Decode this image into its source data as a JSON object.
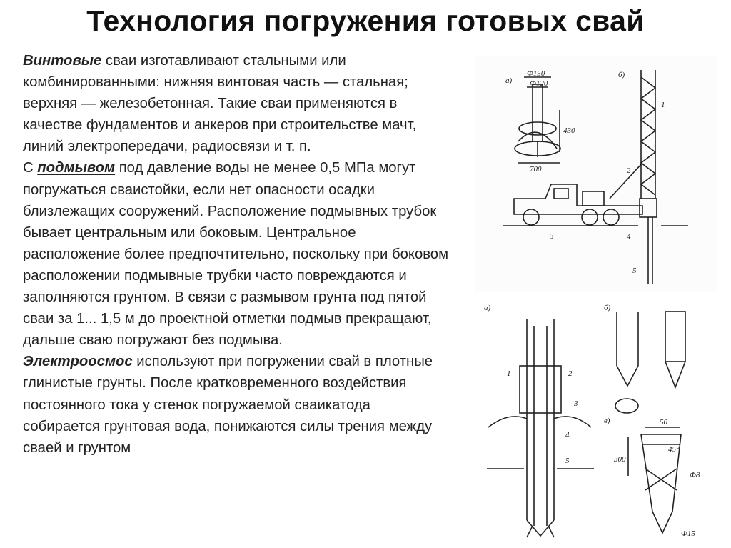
{
  "title": "Технология погружения готовых свай",
  "paragraphs": [
    {
      "term": "Винтовые",
      "text": " сваи изготавливают стальными или комбинированными: нижняя винтовая часть — стальная; верхняя — железобетонная. Такие сваи применяются в качестве фундаментов и анкеров при строительстве мачт, линий электропередачи, радиосвязи и т. п."
    },
    {
      "prefix": "С ",
      "term": "подмывом",
      "text": " под давление воды не менее 0,5 МПа могут погружаться сваистойки, если нет опасности осадки близлежащих сооружений. Расположение подмывных трубок бывает центральным или боковым. Центральное расположение более предпочтительно, поскольку при боковом расположении подмывные трубки часто повреждаются и заполняются грунтом. В связи с размывом грунта под пятой сваи за 1... 1,5 м до проектной отметки подмыв прекращают, дальше сваю погружают без подмыва."
    },
    {
      "term": "Электроосмос",
      "text": " используют при погружении свай в плотные глинистые грунты. После кратковременного воздействия постоянного тока у стенок погружаемой сваикатода собирается грунтовая вода, понижаются силы трения между сваей и грунтом"
    }
  ],
  "figures": {
    "top": {
      "panel_a": "а)",
      "panel_b": "б)",
      "dim_150": "Ф150",
      "dim_120": "Ф120",
      "dim_430": "430",
      "dim_700": "700",
      "n1": "1",
      "n2": "2",
      "n3": "3",
      "n4": "4",
      "n5": "5"
    },
    "bottom_left": {
      "panel_a": "а)",
      "n1": "1",
      "n2": "2",
      "n3": "3",
      "n4": "4",
      "n5": "5"
    },
    "bottom_right": {
      "panel_b": "б)",
      "panel_v": "в)",
      "dim_50": "50",
      "dim_300": "300",
      "dim_45": "45°",
      "dim_8": "Ф8",
      "dim_15": "Ф15"
    }
  }
}
